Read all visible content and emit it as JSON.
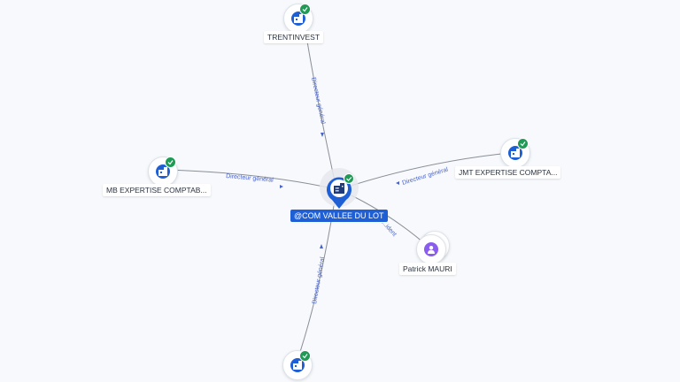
{
  "graph": {
    "center": {
      "label": "@COM VALLEE DU LOT",
      "color": "#1f5fd6"
    },
    "nodes": {
      "trentinvest": {
        "label": "TRENTINVEST"
      },
      "mb_expertise": {
        "label": "MB EXPERTISE COMPTAB..."
      },
      "jmt_expertise": {
        "label": "JMT EXPERTISE COMPTA..."
      },
      "patrick_mauri": {
        "label": "Patrick MAURI"
      },
      "bottom_company": {
        "label": ""
      }
    },
    "edges": {
      "top": {
        "label": "Directeur général"
      },
      "left": {
        "label": "Directeur général"
      },
      "right": {
        "label": "Directeur général"
      },
      "bottom": {
        "label": "Directeur général"
      },
      "person": {
        "label": "...ident"
      }
    }
  },
  "colors": {
    "accent": "#1f5fd6",
    "verified": "#1e9b55",
    "person": "#8a5cf0",
    "edge": "#8a8f98",
    "edge_label": "#4a63c8"
  },
  "icons": {
    "company": "building-icon",
    "person": "person-icon",
    "verified": "check-icon"
  }
}
